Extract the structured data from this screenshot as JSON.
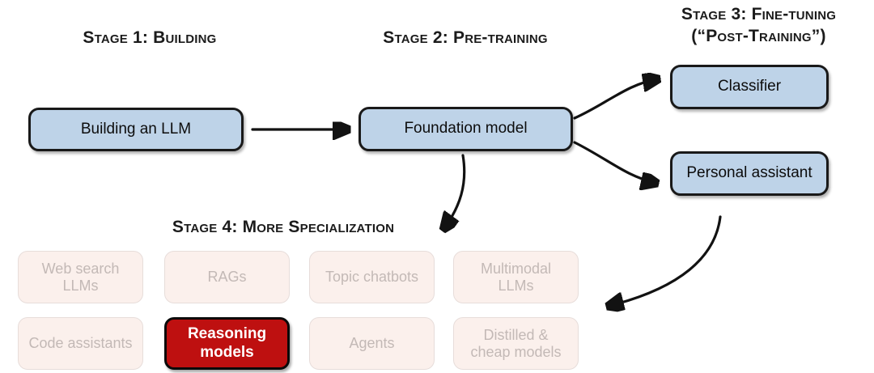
{
  "diagram": {
    "title": "LLM development stages",
    "background": "#ffffff",
    "colors": {
      "blue_fill": "#bed3e8",
      "faded_fill": "#fbf0ec",
      "faded_text": "#c3b9b6",
      "highlight_fill": "#be1010",
      "highlight_text": "#ffffff",
      "stroke": "#121212"
    }
  },
  "headings": {
    "stage1": "Stage 1: Building",
    "stage2": "Stage 2: Pre-training",
    "stage3_line1": "Stage 3: Fine-tuning",
    "stage3_line2": "(“Post-Training”)",
    "stage4": "Stage 4: More Specialization"
  },
  "nodes": {
    "building_llm": "Building an LLM",
    "foundation_model": "Foundation model",
    "classifier": "Classifier",
    "personal_assistant": "Personal assistant"
  },
  "specialization": {
    "items": [
      {
        "label": "Web search\nLLMs",
        "state": "faded"
      },
      {
        "label": "RAGs",
        "state": "faded"
      },
      {
        "label": "Topic chatbots",
        "state": "faded"
      },
      {
        "label": "Multimodal\nLLMs",
        "state": "faded"
      },
      {
        "label": "Code assistants",
        "state": "faded"
      },
      {
        "label": "Reasoning\nmodels",
        "state": "highlight"
      },
      {
        "label": "Agents",
        "state": "faded"
      },
      {
        "label": "Distilled &\ncheap models",
        "state": "faded"
      }
    ]
  },
  "arrows": [
    {
      "name": "building-to-foundation",
      "style": "straight"
    },
    {
      "name": "foundation-to-classifier",
      "style": "curved"
    },
    {
      "name": "foundation-to-personal-assistant",
      "style": "curved"
    },
    {
      "name": "foundation-to-specialization",
      "style": "curved"
    },
    {
      "name": "personal-assistant-to-specialization",
      "style": "curved"
    }
  ]
}
